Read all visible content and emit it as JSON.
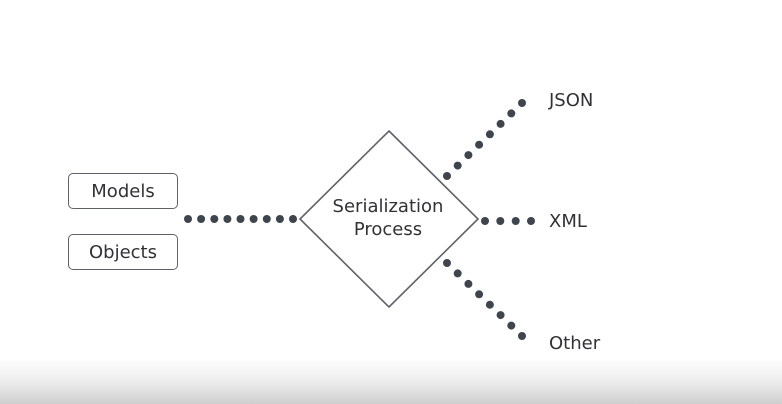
{
  "inputs": [
    "Models",
    "Objects"
  ],
  "process": {
    "line1": "Serialization",
    "line2": "Process"
  },
  "outputs": [
    "JSON",
    "XML",
    "Other"
  ],
  "colors": {
    "dot": "#3f454d",
    "border": "#5f6369",
    "text": "#303236"
  }
}
